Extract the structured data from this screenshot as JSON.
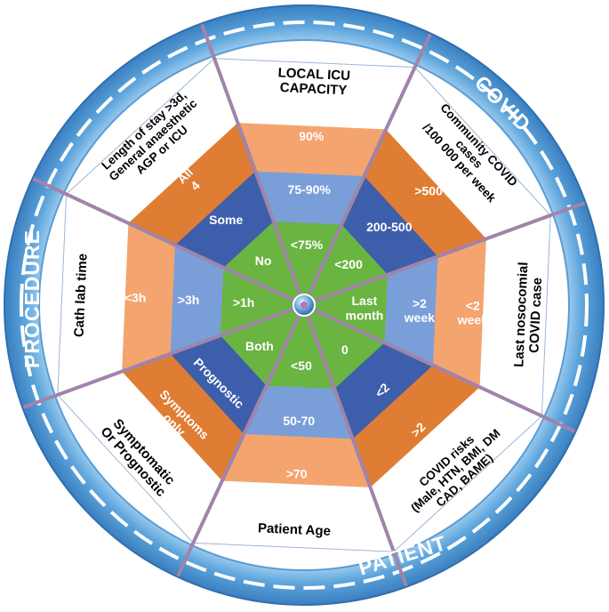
{
  "ring": {
    "covid": "COVID",
    "patient": "PATIENT",
    "procedure": "PROCEDURE"
  },
  "segments": [
    {
      "id": "icu",
      "outer": [
        "LOCAL ICU",
        "CAPACITY"
      ],
      "bands": [
        [
          "90%"
        ],
        [
          "75-90%"
        ],
        [
          "<75%"
        ]
      ]
    },
    {
      "id": "community",
      "outer": [
        "Community COVID",
        "cases",
        "/100 000 per week"
      ],
      "bands": [
        [
          ">500"
        ],
        [
          "200-500"
        ],
        [
          "<200"
        ]
      ]
    },
    {
      "id": "nosocomial",
      "outer": [
        "Last nosocomial",
        "COVID case"
      ],
      "bands": [
        [
          "<2",
          "week"
        ],
        [
          ">2",
          "week"
        ],
        [
          "Last",
          "month"
        ]
      ]
    },
    {
      "id": "risks",
      "outer": [
        "COVID risks",
        "(Male, HTN, BMI, DM",
        "CAD, BAME)"
      ],
      "bands": [
        [
          ">2"
        ],
        [
          "<2"
        ],
        [
          "0"
        ]
      ]
    },
    {
      "id": "age",
      "outer": [
        "Patient Age"
      ],
      "bands": [
        [
          ">70"
        ],
        [
          "50-70"
        ],
        [
          "<50"
        ]
      ]
    },
    {
      "id": "symptoms",
      "outer": [
        "Symptomatic",
        "Or Prognostic"
      ],
      "bands": [
        [
          "Symptoms",
          "only"
        ],
        [
          "Prognostic"
        ],
        [
          "Both"
        ]
      ]
    },
    {
      "id": "cathlab",
      "outer": [
        "Cath lab time"
      ],
      "bands": [
        [
          "<3h"
        ],
        [
          ">3h"
        ],
        [
          ">1h"
        ]
      ]
    },
    {
      "id": "stay",
      "outer": [
        "Length of stay >3d,",
        "General anaesthetic",
        "AGP or ICU"
      ],
      "bands": [
        [
          "All",
          "4"
        ],
        [
          "Some"
        ],
        [
          "No"
        ]
      ]
    }
  ],
  "colors": {
    "ring_outer": "#3f86c7",
    "ring_inner": "#8dc2ea",
    "dash": "#ffffff",
    "white_zone": "#ffffff",
    "orange_light": "#f4a46f",
    "orange_dark": "#e07d34",
    "blue_light": "#7a9fd8",
    "blue_dark": "#3d5eab",
    "green": "#6ab441",
    "spoke": "#b07ab8",
    "hub": "#6aa7d8"
  }
}
